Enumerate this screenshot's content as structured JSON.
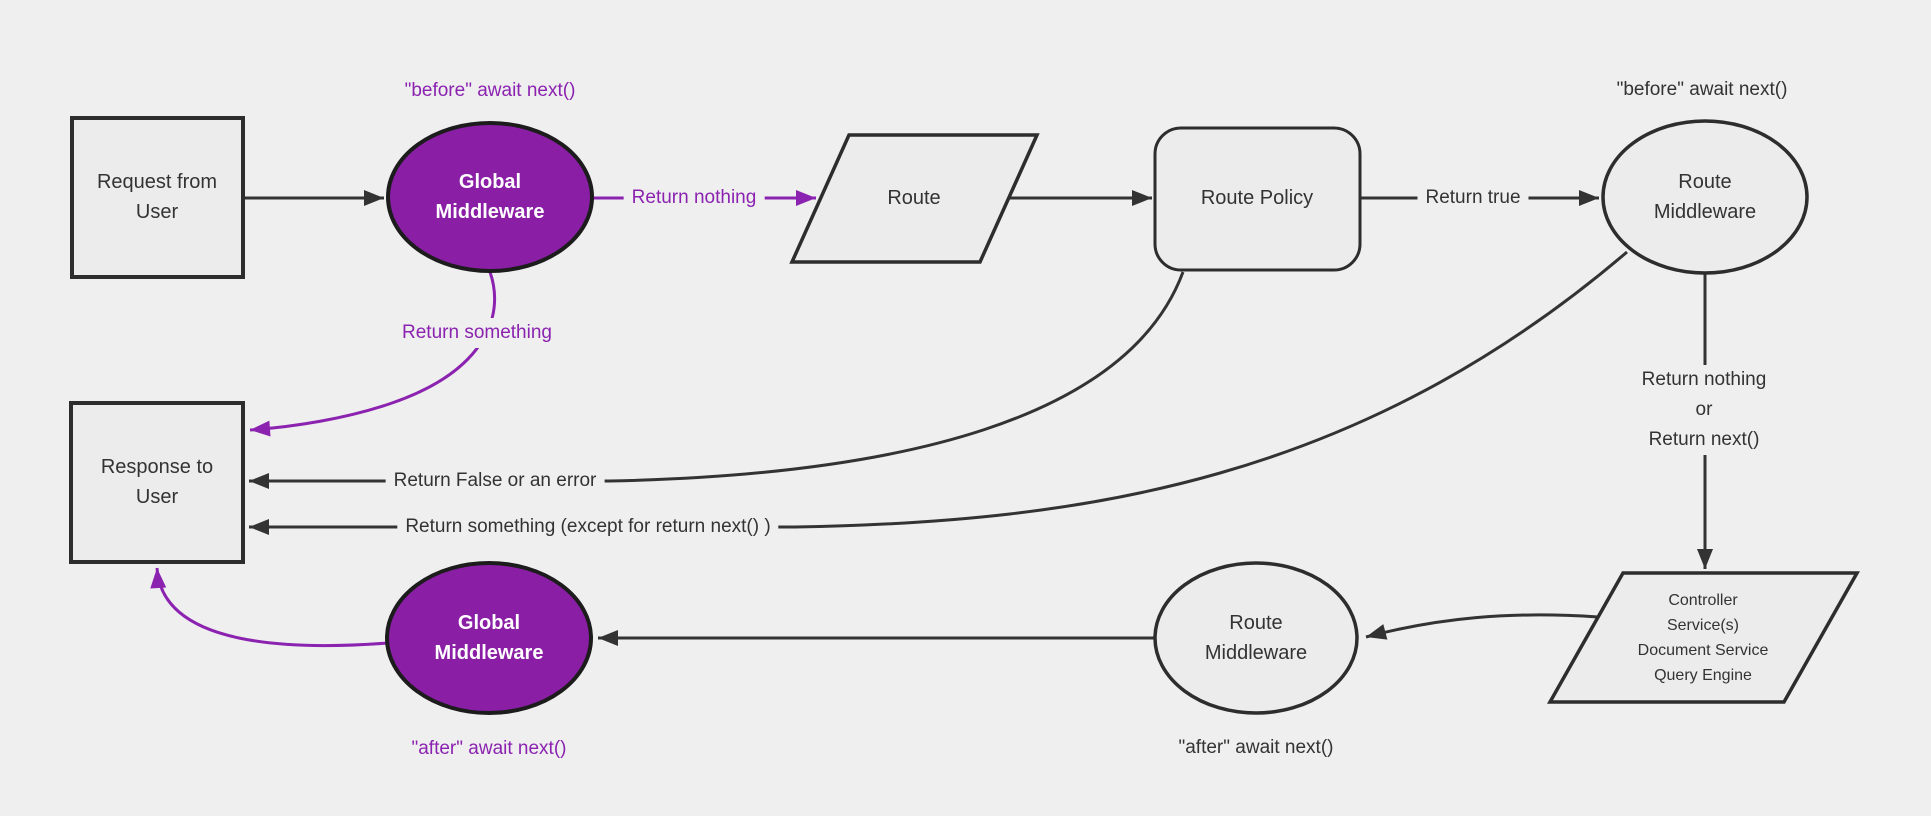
{
  "diagram": {
    "title": "Request / response lifecycle through global middlewares, route policies, route middlewares and core services",
    "background": "#efefef",
    "colors": {
      "purple_fill": "#8a1fa6",
      "purple_accent": "#8b23b0",
      "line": "#333333",
      "node_fill": "#ececec",
      "node_stroke": "#2d2d2d",
      "text": "#333333",
      "inverse_text": "#ffffff"
    },
    "nodes": {
      "request": {
        "label": "Request from\nUser",
        "shape": "rectangle"
      },
      "global_middleware_top": {
        "label": "Global\nMiddleware",
        "shape": "ellipse",
        "fill": "#8a1fa6"
      },
      "route": {
        "label": "Route",
        "shape": "parallelogram"
      },
      "route_policy": {
        "label": "Route Policy",
        "shape": "rounded-rectangle"
      },
      "route_middleware_top": {
        "label": "Route\nMiddleware",
        "shape": "ellipse"
      },
      "controller": {
        "label": "Controller\nService(s)\nDocument Service\nQuery Engine",
        "shape": "parallelogram"
      },
      "route_middleware_bottom": {
        "label": "Route\nMiddleware",
        "shape": "ellipse"
      },
      "global_middleware_bottom": {
        "label": "Global\nMiddleware",
        "shape": "ellipse",
        "fill": "#8a1fa6"
      },
      "response": {
        "label": "Response to\nUser",
        "shape": "rectangle"
      }
    },
    "edge_labels": {
      "before_await_next_left": "\"before\" await next()",
      "before_await_next_right": "\"before\" await next()",
      "return_nothing": "Return nothing",
      "return_true": "Return true",
      "return_something": "Return something",
      "return_nothing_or_next": "Return nothing\nor\nReturn next()",
      "return_false_or_error": "Return False or an error",
      "return_something_except": "Return something (except for return next() )",
      "after_await_next_left": "\"after\" await next()",
      "after_await_next_right": "\"after\" await next()"
    }
  }
}
